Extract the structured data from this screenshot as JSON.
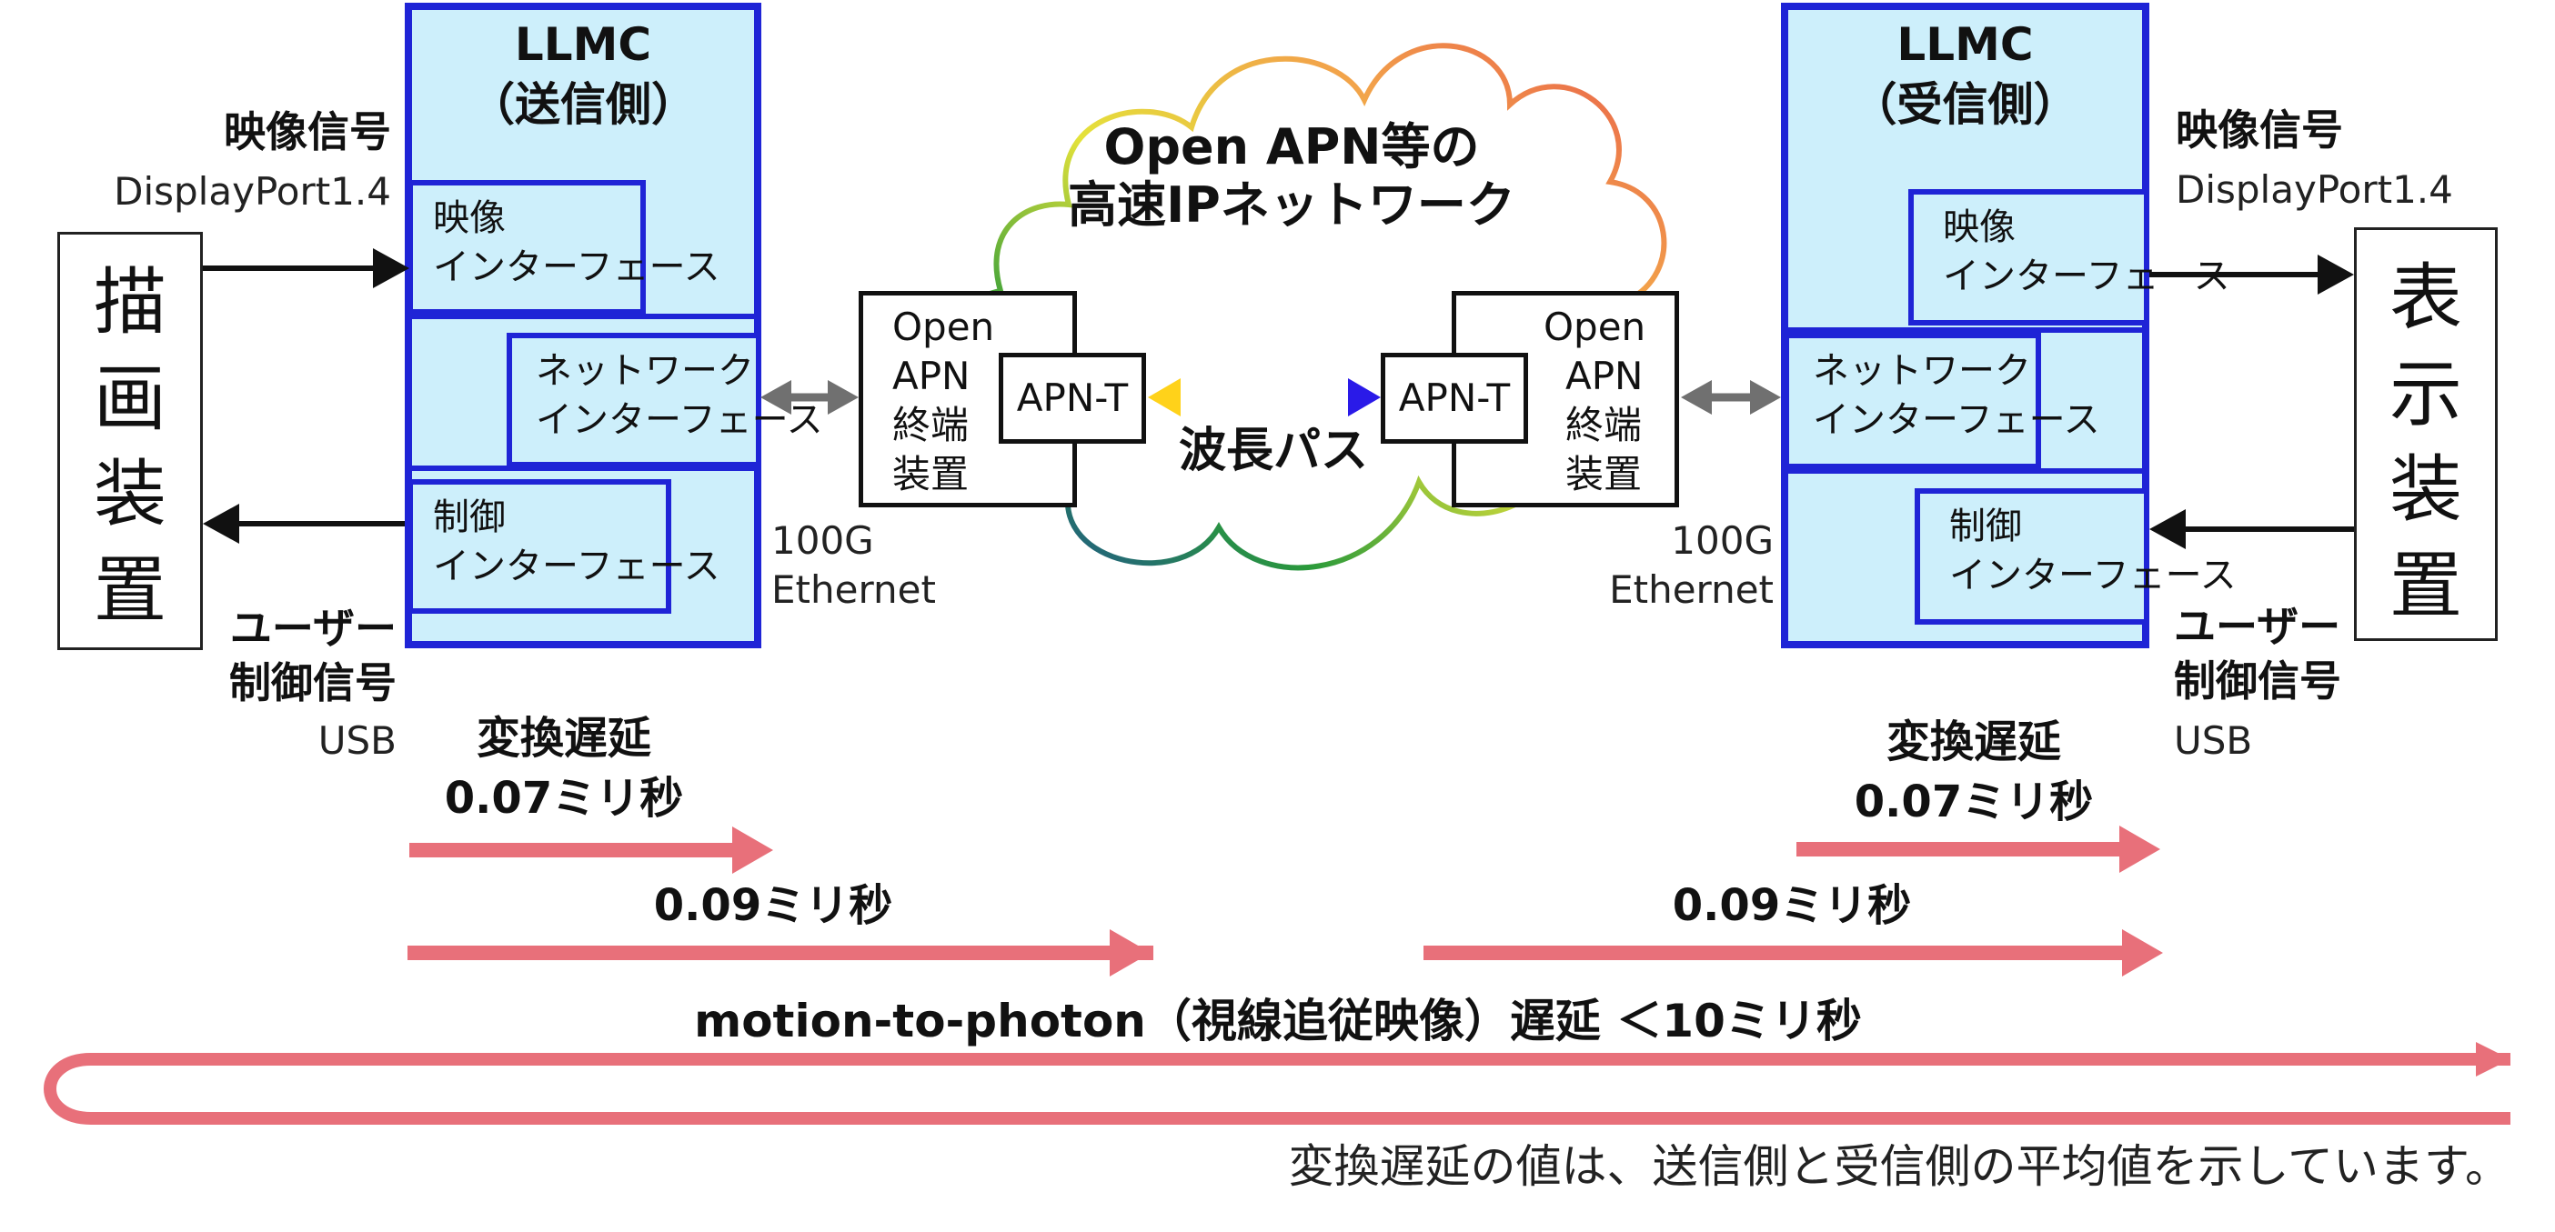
{
  "cloud": {
    "title_line1": "Open APN等の",
    "title_line2": "高速IPネットワーク",
    "wavelength_path": "波長パス"
  },
  "sender": {
    "llmc_title": "LLMC",
    "llmc_sub": "（送信側）",
    "video_if": [
      "映像",
      "インターフェース"
    ],
    "network_if": [
      "ネットワーク",
      "インターフェース"
    ],
    "control_if": [
      "制御",
      "インターフェース"
    ],
    "device": [
      "描",
      "画",
      "装",
      "置"
    ],
    "video_signal": "映像信号",
    "displayport": "DisplayPort1.4",
    "user_signal_1": "ユーザー",
    "user_signal_2": "制御信号",
    "usb": "USB",
    "ethernet_1": "100G",
    "ethernet_2": "Ethernet"
  },
  "receiver": {
    "llmc_title": "LLMC",
    "llmc_sub": "（受信側）",
    "video_if": [
      "映像",
      "インターフェース"
    ],
    "network_if": [
      "ネットワーク",
      "インターフェース"
    ],
    "control_if": [
      "制御",
      "インターフェース"
    ],
    "device": [
      "表",
      "示",
      "装",
      "置"
    ],
    "video_signal": "映像信号",
    "displayport": "DisplayPort1.4",
    "user_signal_1": "ユーザー",
    "user_signal_2": "制御信号",
    "usb": "USB",
    "ethernet_1": "100G",
    "ethernet_2": "Ethernet"
  },
  "apn_left": {
    "lines": [
      "Open",
      "APN",
      "終端",
      "装置"
    ],
    "apnt": "APN-T"
  },
  "apn_right": {
    "lines": [
      "Open",
      "APN",
      "終端",
      "装置"
    ],
    "apnt": "APN-T"
  },
  "latency": {
    "conversion_label": "変換遅延",
    "conversion_value": "0.07ミリ秒",
    "total_value": "0.09ミリ秒",
    "motion_to_photon": "motion-to-photon（視線追従映像）遅延 ＜10ミリ秒",
    "footnote": "変換遅延の値は、送信側と受信側の平均値を示しています。"
  },
  "colors": {
    "llmc_fill": "#cdeffb",
    "llmc_border": "#1f24d6",
    "latency_arrow": "#e8707a",
    "link_arrow": "#707070"
  }
}
